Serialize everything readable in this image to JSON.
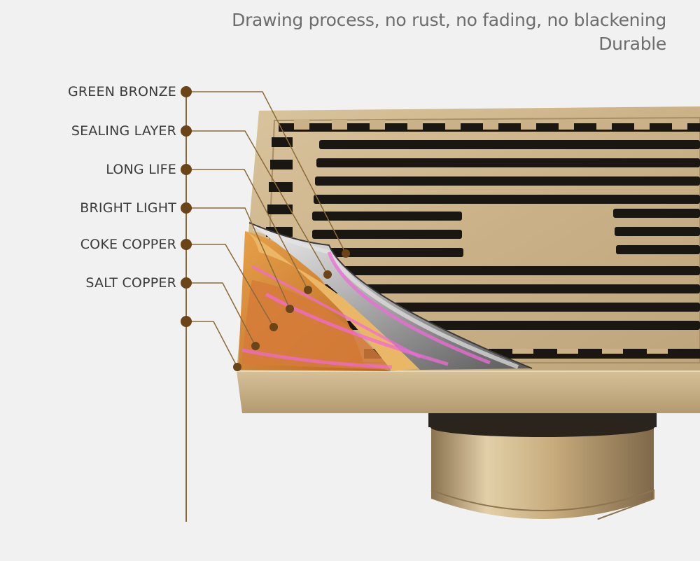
{
  "header": {
    "line1": "Drawing process, no rust, no fading, no blackening",
    "line2": "Durable"
  },
  "layers": [
    {
      "label": "GREEN BRONZE"
    },
    {
      "label": "SEALING LAYER"
    },
    {
      "label": "LONG LIFE"
    },
    {
      "label": "BRIGHT LIGHT"
    },
    {
      "label": "COKE COPPER"
    },
    {
      "label": "SALT COPPER"
    },
    {
      "label": ""
    }
  ],
  "colors": {
    "marker": "#6b4418",
    "leader_line": "#8a6a3a",
    "brass": "#cdb58d",
    "slot": "#1a1612"
  }
}
